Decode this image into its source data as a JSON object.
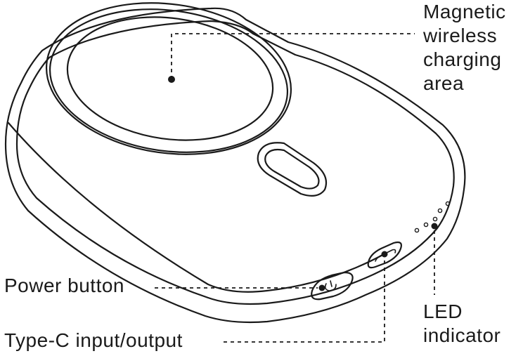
{
  "labels": {
    "magnetic_area": [
      "Magnetic",
      "wireless",
      "charging",
      "area"
    ],
    "power_button": "Power button",
    "type_c_port": "Type-C input/output",
    "led_indicator": [
      "LED",
      "indicator"
    ]
  },
  "colors": {
    "line": "#1a1a1a",
    "fill": "#ffffff"
  }
}
